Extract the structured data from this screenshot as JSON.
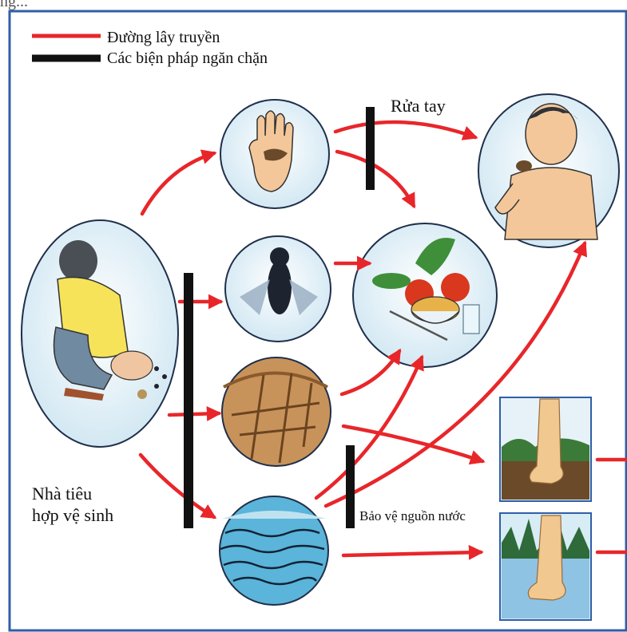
{
  "legend": {
    "transmission_label": "Đường lây truyền",
    "prevention_label": "Các biện pháp ngăn chặn",
    "transmission_color": "#e8262a",
    "prevention_color": "#111111"
  },
  "labels": {
    "hand_washing": "Rửa tay",
    "latrine_line1": "Nhà tiêu",
    "latrine_line2": "hợp vệ sinh",
    "water_protection": "Bảo vệ nguồn nước",
    "top_cropped": "ng..."
  },
  "nodes": [
    "child-defecating",
    "hand",
    "fly",
    "soil",
    "water",
    "food",
    "child-eating",
    "foot-in-soil",
    "foot-in-water"
  ],
  "colors": {
    "frame": "#2f5fa6",
    "circle_fill": "#dfeff7",
    "circle_stroke": "#1f2f4a"
  }
}
